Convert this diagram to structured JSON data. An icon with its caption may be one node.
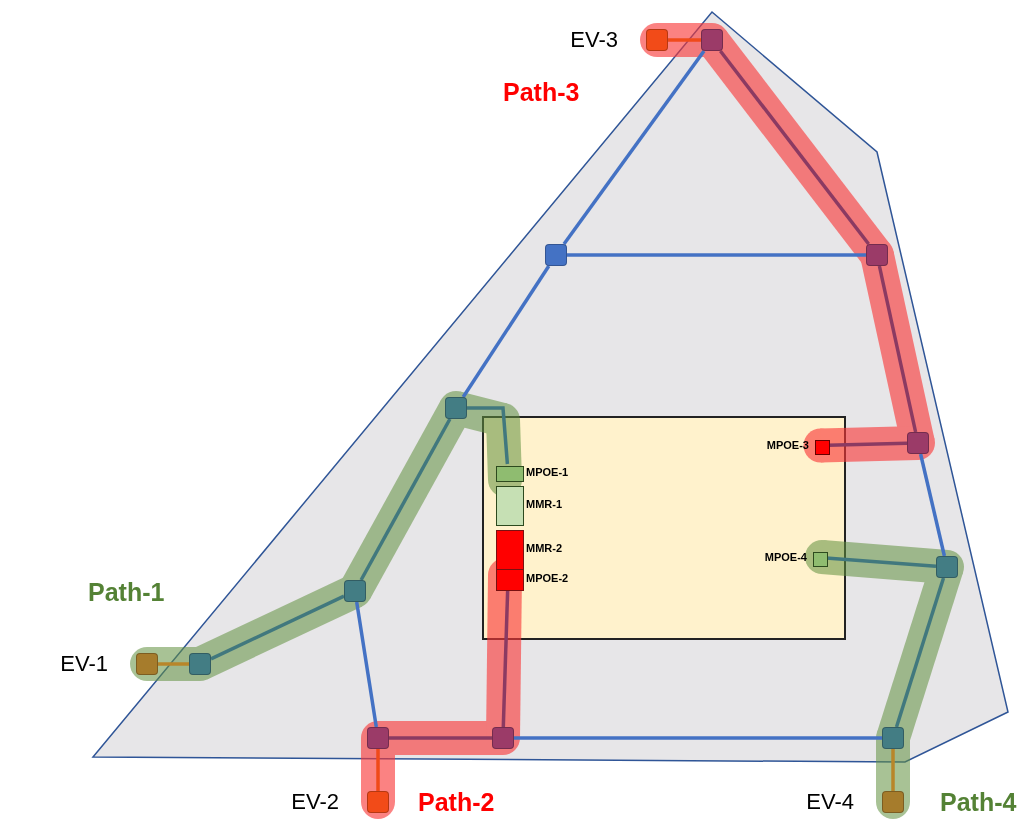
{
  "diagram": {
    "nodes": [
      {
        "text": [],
        "shape": "box"
      },
      {
        "text": [],
        "shape": "box",
        "in": 0,
        "beside": [
          "MPOE-1"
        ]
      },
      {
        "text": [],
        "shape": "box",
        "in": 0,
        "beside": [
          "MMR-1"
        ]
      },
      {
        "text": [],
        "shape": "box",
        "in": 0,
        "beside": [
          "MMR-2"
        ]
      },
      {
        "text": [],
        "shape": "box",
        "in": 0,
        "beside": [
          "MPOE-2"
        ]
      },
      {
        "text": [],
        "shape": "box",
        "in": 0,
        "beside": [
          "MPOE-3"
        ]
      },
      {
        "text": [],
        "shape": "box",
        "in": 0,
        "beside": [
          "MPOE-4"
        ]
      },
      {
        "text": [],
        "shape": "box"
      },
      {
        "text": [],
        "shape": "box"
      },
      {
        "text": [],
        "shape": "box"
      },
      {
        "text": [],
        "shape": "box"
      },
      {
        "text": [],
        "shape": "box"
      },
      {
        "text": [],
        "shape": "box"
      },
      {
        "text": [],
        "shape": "box"
      },
      {
        "text": [],
        "shape": "box"
      },
      {
        "text": [],
        "shape": "box"
      },
      {
        "text": [],
        "shape": "box"
      },
      {
        "text": [],
        "shape": "box"
      },
      {
        "text": [],
        "shape": "box",
        "beside": [
          "EV-1"
        ]
      },
      {
        "text": [],
        "shape": "box",
        "beside": [
          "EV-2"
        ]
      },
      {
        "text": [],
        "shape": "box",
        "beside": [
          "EV-3"
        ]
      },
      {
        "text": [],
        "shape": "box",
        "beside": [
          "EV-4"
        ]
      }
    ],
    "edges": [
      {
        "from": 7,
        "to": 8,
        "arrow": "none"
      },
      {
        "from": 8,
        "to": 9,
        "arrow": "none"
      },
      {
        "from": 8,
        "to": 11,
        "arrow": "none"
      },
      {
        "from": 12,
        "to": 15,
        "arrow": "none"
      },
      {
        "from": 16,
        "to": 17,
        "arrow": "none"
      },
      {
        "from": 14,
        "to": 10,
        "arrow": "none"
      },
      {
        "from": 11,
        "to": 12,
        "arrow": "none",
        "color": "#41787e"
      },
      {
        "from": 12,
        "to": 13,
        "arrow": "none",
        "color": "#41787e"
      },
      {
        "from": 17,
        "to": 14,
        "arrow": "none",
        "color": "#41787e"
      },
      {
        "from": 14,
        "to": 6,
        "arrow": "none",
        "color": "#41787e"
      },
      {
        "from": 11,
        "to": 1,
        "arrow": "none",
        "color": "#41787e"
      },
      {
        "from": 15,
        "to": 16,
        "arrow": "none",
        "color": "#8b3a62"
      },
      {
        "from": 10,
        "to": 9,
        "arrow": "none",
        "color": "#8b3a62"
      },
      {
        "from": 9,
        "to": 7,
        "arrow": "none",
        "color": "#8b3a62"
      },
      {
        "from": 10,
        "to": 5,
        "arrow": "none",
        "color": "#8b3a62"
      },
      {
        "from": 16,
        "to": 4,
        "arrow": "none",
        "color": "#8b3a62"
      },
      {
        "from": 15,
        "to": 19,
        "arrow": "none",
        "color": "#f04a1a"
      },
      {
        "from": 7,
        "to": 20,
        "arrow": "none",
        "color": "#f04a1a"
      },
      {
        "from": 13,
        "to": 18,
        "arrow": "none",
        "color": "#b8862a"
      },
      {
        "from": 17,
        "to": 21,
        "arrow": "none",
        "color": "#b8862a"
      }
    ],
    "labels": [
      "Path-3",
      "Path-1",
      "Path-2",
      "Path-4"
    ]
  }
}
